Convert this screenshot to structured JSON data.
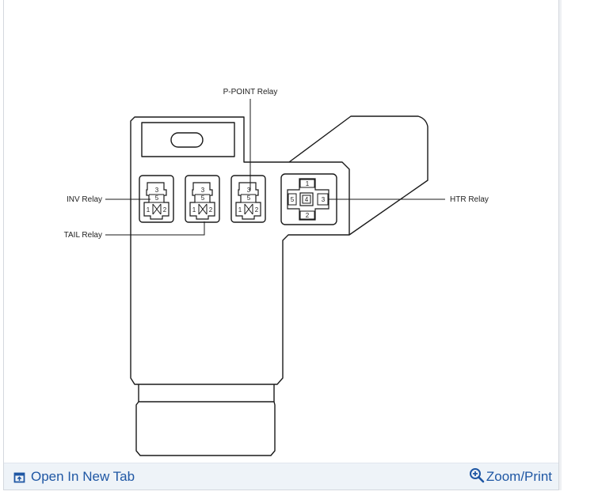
{
  "diagram": {
    "labels": {
      "p_point": "P-POINT Relay",
      "inv": "INV Relay",
      "tail": "TAIL Relay",
      "htr": "HTR Relay"
    },
    "small_relay_pins": [
      "3",
      "5",
      "1",
      "2"
    ],
    "htr_relay_pins": [
      "1",
      "5",
      "4",
      "3",
      "2"
    ]
  },
  "footer": {
    "open_label": "Open In New Tab",
    "zoom_label": "Zoom/Print",
    "open_icon": "open-in-new-tab-icon",
    "zoom_icon": "zoom-in-icon",
    "link_color": "#1f57a4"
  }
}
